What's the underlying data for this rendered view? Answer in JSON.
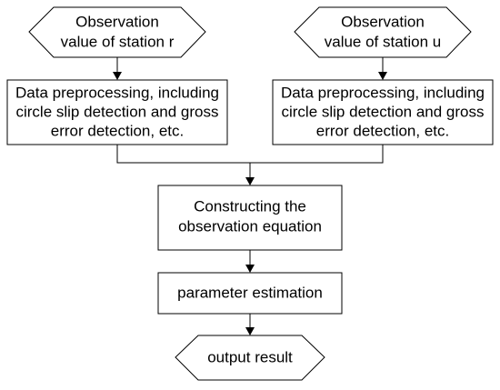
{
  "diagram": {
    "type": "flowchart",
    "nodes": {
      "obs_r": {
        "shape": "hexagon",
        "lines": [
          "Observation",
          "value of station r"
        ]
      },
      "obs_u": {
        "shape": "hexagon",
        "lines": [
          "Observation",
          "value of station u"
        ]
      },
      "preprocess_r": {
        "shape": "rectangle",
        "lines": [
          "Data preprocessing, including",
          "circle slip detection and gross",
          "error detection, etc."
        ]
      },
      "preprocess_u": {
        "shape": "rectangle",
        "lines": [
          "Data preprocessing, including",
          "circle slip detection and gross",
          "error detection, etc."
        ]
      },
      "construct": {
        "shape": "rectangle",
        "lines": [
          "Constructing the",
          "observation equation"
        ]
      },
      "estimate": {
        "shape": "rectangle",
        "lines": [
          "parameter estimation"
        ]
      },
      "output": {
        "shape": "hexagon",
        "lines": [
          "output result"
        ]
      }
    },
    "edges": [
      {
        "from": "obs_r",
        "to": "preprocess_r"
      },
      {
        "from": "obs_u",
        "to": "preprocess_u"
      },
      {
        "from": "preprocess_r",
        "to": "construct"
      },
      {
        "from": "preprocess_u",
        "to": "construct"
      },
      {
        "from": "construct",
        "to": "estimate"
      },
      {
        "from": "estimate",
        "to": "output"
      }
    ],
    "colors": {
      "stroke": "#000000",
      "fill": "#ffffff",
      "text": "#000000"
    }
  }
}
